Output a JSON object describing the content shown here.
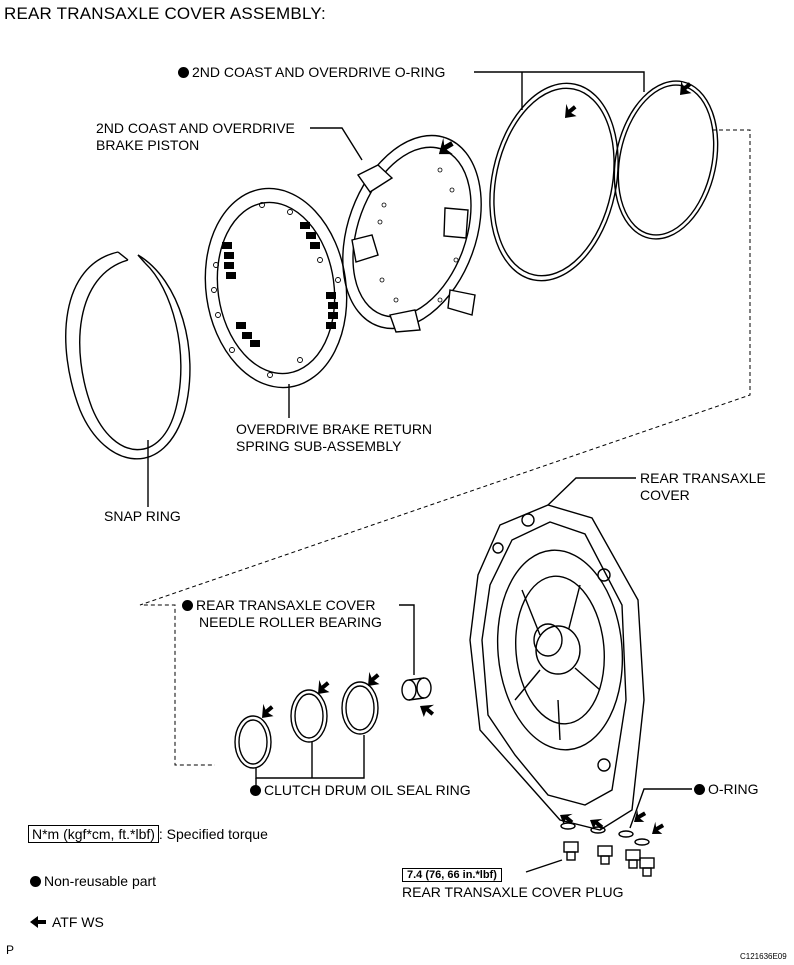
{
  "title": "REAR TRANSAXLE COVER ASSEMBLY:",
  "labels": {
    "oring_2nd": "2ND COAST AND OVERDRIVE O-RING",
    "piston_line1": "2ND COAST AND OVERDRIVE",
    "piston_line2": "BRAKE PISTON",
    "spring_line1": "OVERDRIVE BRAKE RETURN",
    "spring_line2": "SPRING SUB-ASSEMBLY",
    "snap_ring": "SNAP RING",
    "cover_line1": "REAR TRANSAXLE",
    "cover_line2": "COVER",
    "bearing_line1": "REAR TRANSAXLE COVER",
    "bearing_line2": "NEEDLE ROLLER BEARING",
    "seal_ring": "CLUTCH DRUM OIL SEAL RING",
    "o_ring": "O-RING",
    "torque_value": "7.4 (76, 66 in.*lbf)",
    "plug": "REAR TRANSAXLE COVER PLUG"
  },
  "legend": {
    "torque_box": "N*m (kgf*cm, ft.*lbf)",
    "torque_text": ": Specified torque",
    "non_reusable": "Non-reusable part",
    "atf": "ATF WS"
  },
  "footer": {
    "left": "P",
    "code": "C121636E09"
  }
}
